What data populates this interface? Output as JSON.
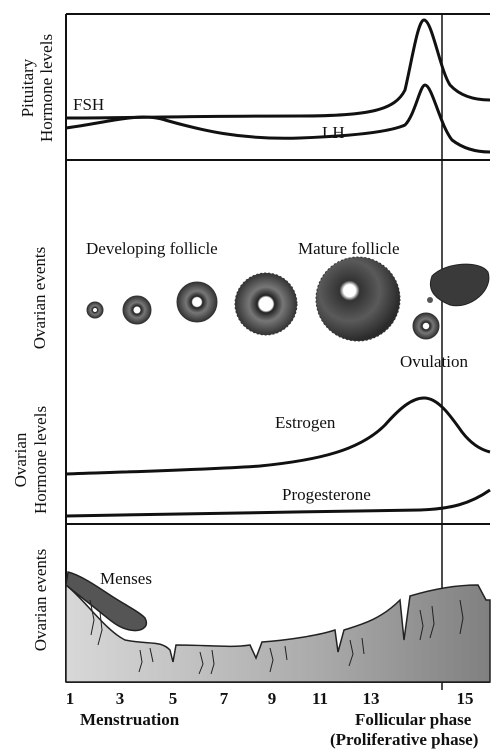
{
  "panels": {
    "pituitary": {
      "ylabel_line1": "Pituitary",
      "ylabel_line2": "Hormone levels",
      "fsh_label": "FSH",
      "lh_label": "LH"
    },
    "ovarian_events": {
      "ylabel": "Ovarian events",
      "developing_label": "Developing follicle",
      "mature_label": "Mature follicle",
      "ovulation_label": "Ovulation"
    },
    "ovarian_hormones": {
      "ylabel_line1": "Ovarian",
      "ylabel_line2": "Hormone levels",
      "estrogen_label": "Estrogen",
      "progesterone_label": "Progesterone"
    },
    "uterine": {
      "ylabel": "Ovarian events",
      "menses_label": "Menses"
    }
  },
  "axis": {
    "ticks": [
      "1",
      "3",
      "5",
      "7",
      "9",
      "11",
      "13",
      "15"
    ],
    "menstruation_label": "Menstruation",
    "follicular_label_line1": "Follicular phase",
    "follicular_label_line2": "(Proliferative phase)"
  },
  "colors": {
    "ink": "#111111",
    "follicle_dark": "#3a3a3a",
    "follicle_mid": "#7a7a7a",
    "endometrium": "#bdbdbd",
    "menses": "#555555"
  }
}
